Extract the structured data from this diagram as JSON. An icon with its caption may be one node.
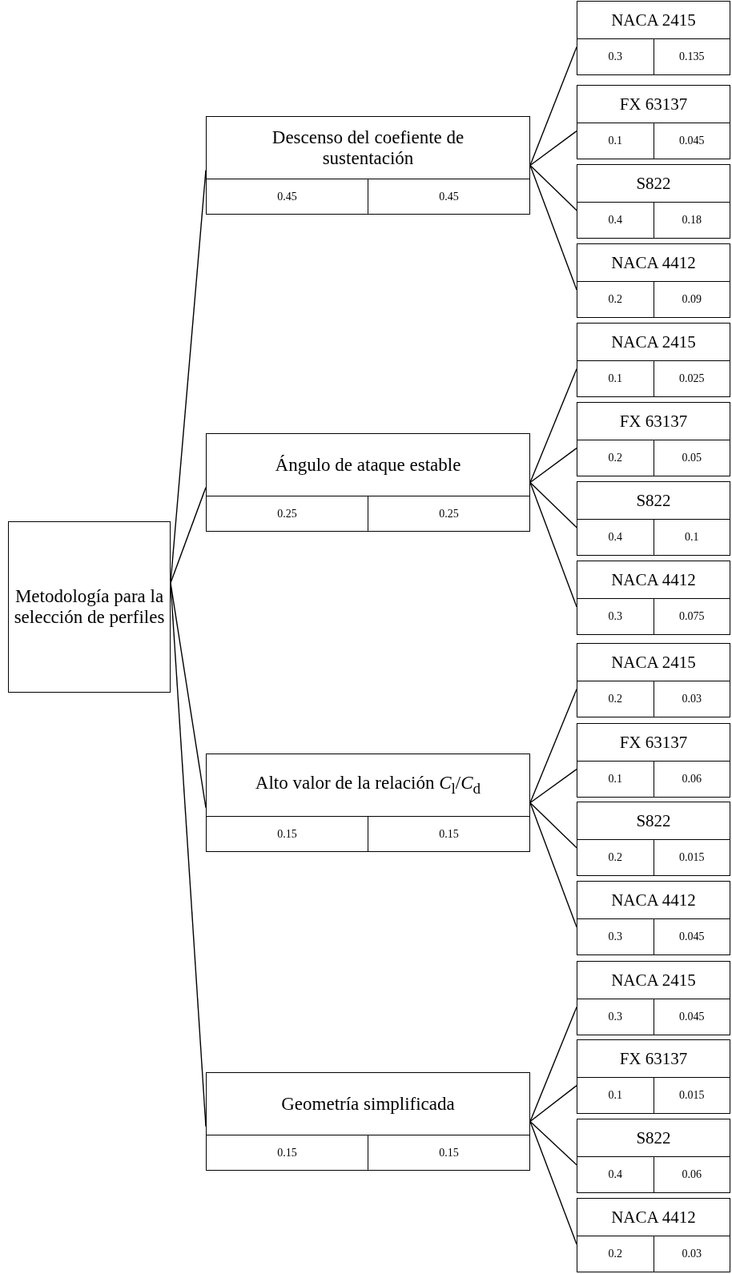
{
  "diagram": {
    "nodes": [
      {
        "text": [
          "Metodología para la selección de perfiles"
        ]
      },
      {
        "text": [
          "Descenso del  coefiente de sustentación",
          "0.45",
          "0.45"
        ]
      },
      {
        "text": [
          "NACA 2415",
          "0.3",
          "0.135"
        ]
      },
      {
        "text": [
          "FX 63137",
          "0.1",
          "0.045"
        ]
      },
      {
        "text": [
          "S822",
          "0.4",
          "0.18"
        ]
      },
      {
        "text": [
          "NACA 4412",
          "0.2",
          "0.09"
        ]
      },
      {
        "text": [
          "Ángulo de ataque estable",
          "0.25",
          "0.25"
        ]
      },
      {
        "text": [
          "NACA 2415",
          "0.1",
          "0.025"
        ]
      },
      {
        "text": [
          "FX 63137",
          "0.2",
          "0.05"
        ]
      },
      {
        "text": [
          "S822",
          "0.4",
          "0.1"
        ]
      },
      {
        "text": [
          "NACA 4412",
          "0.3",
          "0.075"
        ]
      },
      {
        "text": [
          "Alto valor de la relación *C*$_{l}$/*C*$_{d}$",
          "0.15",
          "0.15"
        ]
      },
      {
        "text": [
          "NACA 2415",
          "0.2",
          "0.03"
        ]
      },
      {
        "text": [
          "FX 63137",
          "0.1",
          "0.06"
        ]
      },
      {
        "text": [
          "S822",
          "0.2",
          "0.015"
        ]
      },
      {
        "text": [
          "NACA 4412",
          "0.3",
          "0.045"
        ]
      },
      {
        "text": [
          "Geometría simplificada",
          "0.15",
          "0.15"
        ]
      },
      {
        "text": [
          "NACA 2415",
          "0.3",
          "0.045"
        ]
      },
      {
        "text": [
          "FX 63137",
          "0.1",
          "0.015"
        ]
      },
      {
        "text": [
          "S822",
          "0.4",
          "0.06"
        ]
      },
      {
        "text": [
          "NACA 4412",
          "0.2",
          "0.03"
        ]
      }
    ],
    "edges": [
      {
        "from": 0,
        "to": 1,
        "arrow": "none"
      },
      {
        "from": 0,
        "to": 6,
        "arrow": "none"
      },
      {
        "from": 0,
        "to": 11,
        "arrow": "none"
      },
      {
        "from": 0,
        "to": 16,
        "arrow": "none"
      },
      {
        "from": 1,
        "to": 2,
        "arrow": "none"
      },
      {
        "from": 1,
        "to": 3,
        "arrow": "none"
      },
      {
        "from": 1,
        "to": 4,
        "arrow": "none"
      },
      {
        "from": 1,
        "to": 5,
        "arrow": "none"
      },
      {
        "from": 6,
        "to": 7,
        "arrow": "none"
      },
      {
        "from": 6,
        "to": 8,
        "arrow": "none"
      },
      {
        "from": 6,
        "to": 9,
        "arrow": "none"
      },
      {
        "from": 6,
        "to": 10,
        "arrow": "none"
      },
      {
        "from": 11,
        "to": 12,
        "arrow": "none"
      },
      {
        "from": 11,
        "to": 13,
        "arrow": "none"
      },
      {
        "from": 11,
        "to": 14,
        "arrow": "none"
      },
      {
        "from": 11,
        "to": 15,
        "arrow": "none"
      },
      {
        "from": 16,
        "to": 17,
        "arrow": "none"
      },
      {
        "from": 16,
        "to": 18,
        "arrow": "none"
      },
      {
        "from": 16,
        "to": 19,
        "arrow": "none"
      },
      {
        "from": 16,
        "to": 20,
        "arrow": "none"
      }
    ]
  }
}
